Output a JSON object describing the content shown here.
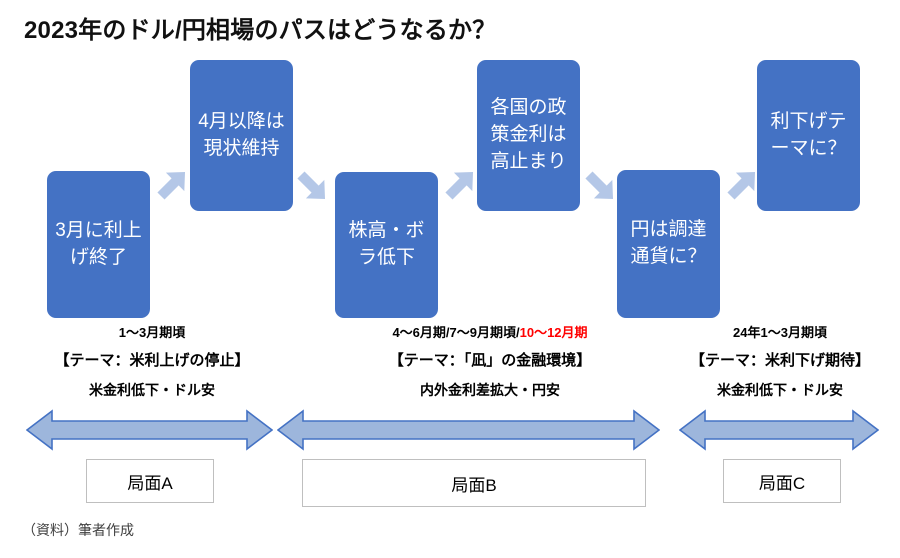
{
  "title": "2023年のドル/円相場のパスはどうなるか？",
  "source_note": "（資料）筆者作成",
  "colors": {
    "box_fill": "#4472C4",
    "box_text": "#FFFFFF",
    "connector": "#B4C7E7",
    "span_arrow_fill": "#9DB6DC",
    "span_arrow_border": "#4472C4",
    "highlight_red": "#FF0000",
    "phase_box_border": "#BFBFBF"
  },
  "flow_boxes": [
    {
      "id": "box-1",
      "text": "3月に利上げ終了"
    },
    {
      "id": "box-2",
      "text": "4月以降は現状維持"
    },
    {
      "id": "box-3",
      "text": "株高・ボラ低下"
    },
    {
      "id": "box-4",
      "text": "各国の政策金利は高止まり"
    },
    {
      "id": "box-5",
      "text": "円は調達通貨に？"
    },
    {
      "id": "box-6",
      "text": "利下げテーマに？"
    }
  ],
  "connectors": [
    {
      "id": "connector-1-2",
      "direction": "up-right"
    },
    {
      "id": "connector-2-3",
      "direction": "down-right"
    },
    {
      "id": "connector-3-4",
      "direction": "up-right"
    },
    {
      "id": "connector-4-5",
      "direction": "down-right"
    },
    {
      "id": "connector-5-6",
      "direction": "up-right"
    }
  ],
  "columns": [
    {
      "id": "column-a",
      "period_black": "1〜3月期頃",
      "period_red": "",
      "theme": "【テーマ：米利上げの停止】",
      "effect": "米金利低下・ドル安",
      "phase_label": "局面A"
    },
    {
      "id": "column-b",
      "period_black": "4〜6月期/7〜9月期頃/",
      "period_red": "10〜12月期",
      "theme": "【テーマ：「凪」の金融環境】",
      "effect": "内外金利差拡大・円安",
      "phase_label": "局面B"
    },
    {
      "id": "column-c",
      "period_black": "24年1〜3月期頃",
      "period_red": "",
      "theme": "【テーマ：米利下げ期待】",
      "effect": "米金利低下・ドル安",
      "phase_label": "局面C"
    }
  ]
}
